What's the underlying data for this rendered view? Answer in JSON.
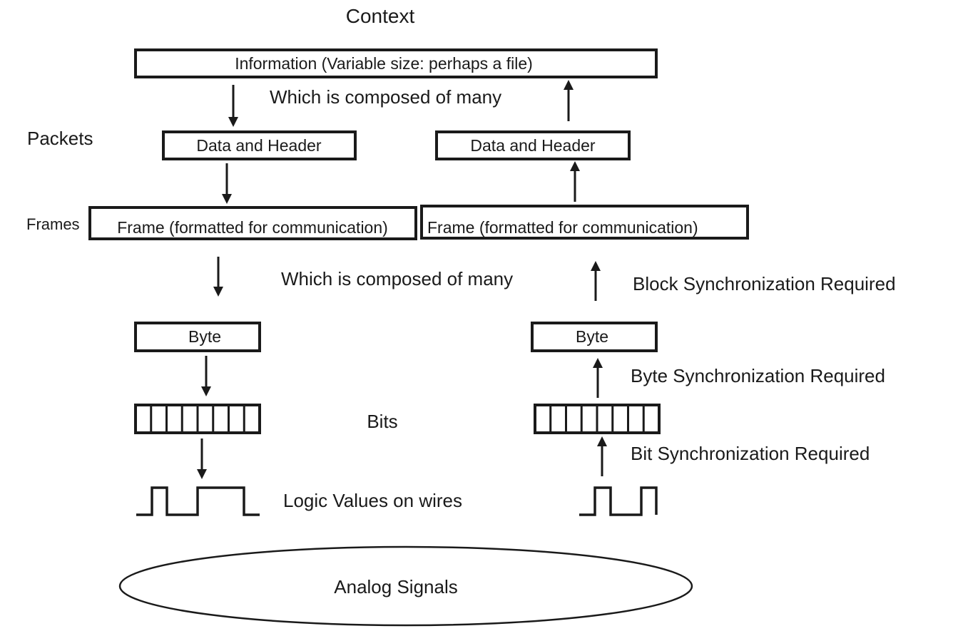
{
  "labels": {
    "context": "Context",
    "packets": "Packets",
    "frames": "Frames",
    "bits": "Bits",
    "logic_values": "Logic Values on wires",
    "composed_1": "Which is composed of many",
    "composed_2": "Which is composed of many",
    "block_sync": "Block Synchronization Required",
    "byte_sync": "Byte Synchronization Required",
    "bit_sync": "Bit Synchronization Required"
  },
  "boxes": {
    "information": "Information (Variable size: perhaps a file)",
    "packet_left": "Data and Header",
    "packet_right": "Data and Header",
    "frame_left": "Frame (formatted for communication)",
    "frame_right": "Frame (formatted for communication)",
    "byte_left": "Byte",
    "byte_right": "Byte",
    "analog": "Analog Signals"
  },
  "colors": {
    "ink": "#1a1a1a",
    "background": "#ffffff"
  }
}
